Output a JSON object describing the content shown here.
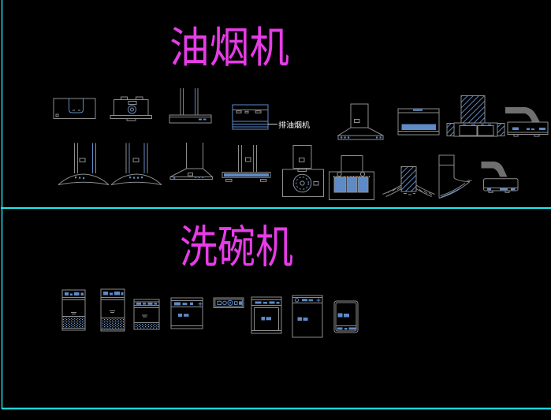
{
  "canvas": {
    "type": "cad-block-library-drawing",
    "background": "#000000",
    "frame_color": "#1fe9ee"
  },
  "palette": {
    "outline_gray": "#8d8d8d",
    "accent_blue": "#5e8ac8",
    "hatch_blue": "#6b94cf",
    "title_magenta": "#e73ce7",
    "label_white": "#ffffff",
    "frame_cyan": "#1fe9ee"
  },
  "sections": [
    {
      "id": "range-hoods",
      "title": "油烟机",
      "annotation": {
        "label": "排油烟机"
      },
      "items": [
        "hood-u-inset-front",
        "hood-fan-front",
        "hood-slim-chimney",
        "hood-louver-front",
        "hood-pyramid-a",
        "hood-glass-front",
        "hood-hatched-island",
        "hood-side-duct-a",
        "hood-curved-a",
        "hood-curved-b",
        "hood-pyramid-b",
        "hood-t-shape",
        "hood-round-control",
        "hood-triple-filter",
        "hood-angled-hatched",
        "hood-curved-side",
        "hood-side-duct-b"
      ]
    },
    {
      "id": "dishwashers",
      "title": "洗碗机",
      "items": [
        "dishwasher-tall-a",
        "dishwasher-tall-b",
        "dishwasher-compact-a",
        "dishwasher-wide",
        "dishwasher-control-strip",
        "dishwasher-front-a",
        "dishwasher-front-b",
        "dishwasher-rounded"
      ]
    }
  ]
}
